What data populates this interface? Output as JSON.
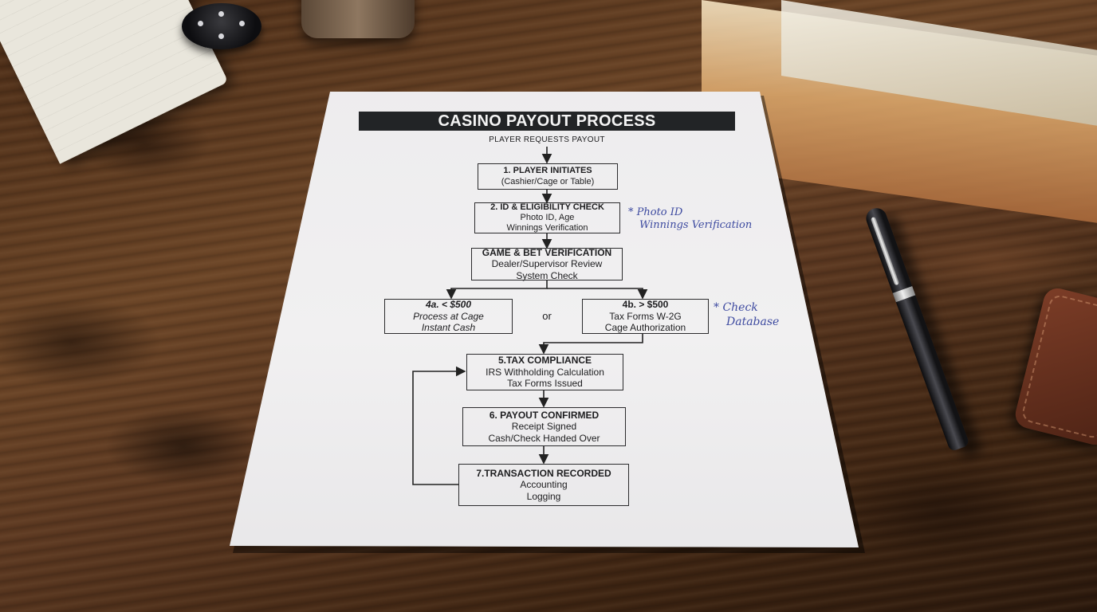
{
  "flowchart": {
    "title": "CASINO PAYOUT PROCESS",
    "start_label": "PLAYER REQUESTS PAYOUT",
    "steps": [
      {
        "lines": [
          "1. PLAYER INITIATES",
          "(Cashier/Cage or Table)"
        ]
      },
      {
        "lines": [
          "2. ID & ELIGIBILITY CHECK",
          "Photo ID, Age",
          "Winnings Verification"
        ]
      },
      {
        "lines": [
          "GAME & BET VERIFICATION",
          "Dealer/Supervisor Review",
          "System Check"
        ]
      },
      {
        "lines": [
          "4a. < $500",
          "Process at Cage",
          "Instant Cash"
        ]
      },
      {
        "lines": [
          "4b. > $500",
          "Tax Forms W-2G",
          "Cage Authorization"
        ]
      },
      {
        "lines": [
          "5.TAX COMPLIANCE",
          "IRS Withholding Calculation",
          "Tax Forms Issued"
        ]
      },
      {
        "lines": [
          "6. PAYOUT CONFIRMED",
          "Receipt Signed",
          "Cash/Check Handed Over"
        ]
      },
      {
        "lines": [
          "7.TRANSACTION RECORDED",
          "Accounting",
          "Logging"
        ]
      }
    ],
    "branch_connector": "or"
  },
  "handwritten_notes": [
    {
      "lines": [
        "* Photo ID",
        "Winnings Verification"
      ]
    },
    {
      "lines": [
        "* Check",
        "Database"
      ]
    }
  ],
  "colors": {
    "desk": "#5a3720",
    "paper": "#efeef0",
    "ink": "#1d1d1f",
    "title_bar": "#222426",
    "pen_ink": "#3d4aa0"
  }
}
